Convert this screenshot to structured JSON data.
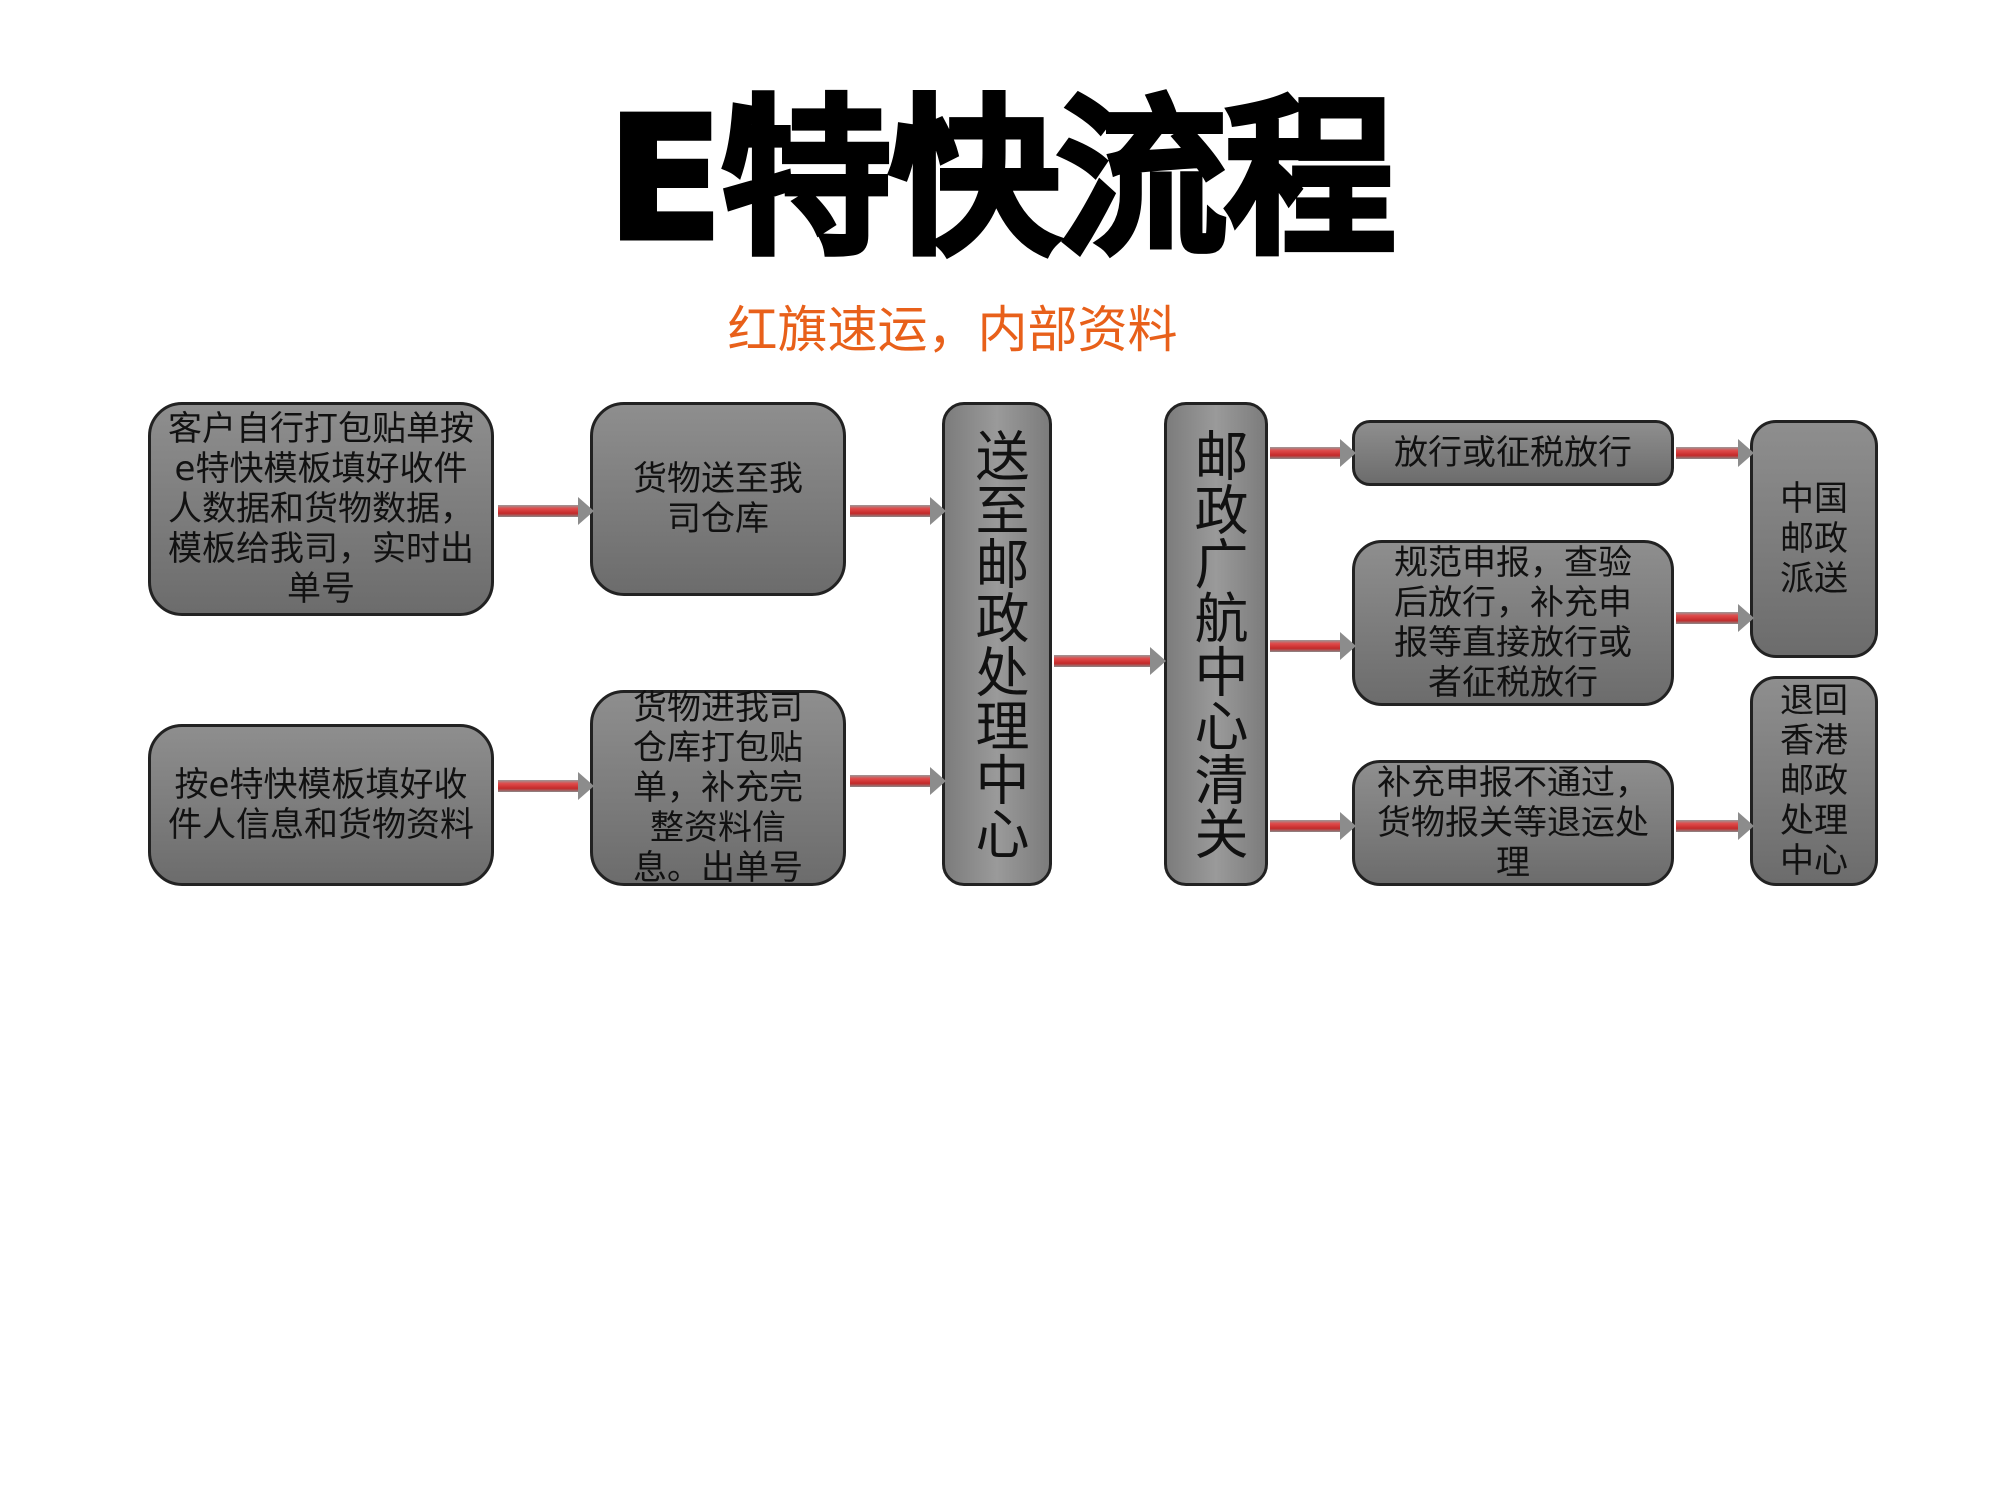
{
  "title": "E特快流程",
  "subtitle": "红旗速运，内部资料",
  "nodes": {
    "customer_self": "客户自行打包贴单按e特快模板填好收件人数据和货物数据，模板给我司，实时出单号",
    "template_fill": "按e特快模板填好收件人信息和货物资料",
    "deliver_warehouse": "货物送至我司仓库",
    "warehouse_pack": "货物进我司仓库打包贴单，补充完整资料信息。出单号",
    "post_processing": "送至邮政处理中心",
    "customs_center": "邮政广航中心清关",
    "release": "放行或征税放行",
    "declare_inspect": "规范申报，查验后放行，补充申报等直接放行或者征税放行",
    "declare_fail": "补充申报不通过，货物报关等退运处理",
    "china_post": "中国邮政派送",
    "return_hk": "退回香港邮政处理中心"
  },
  "colors": {
    "box_fill": "#808080",
    "arrow": "#d23a3a",
    "subtitle": "#e8601a"
  }
}
